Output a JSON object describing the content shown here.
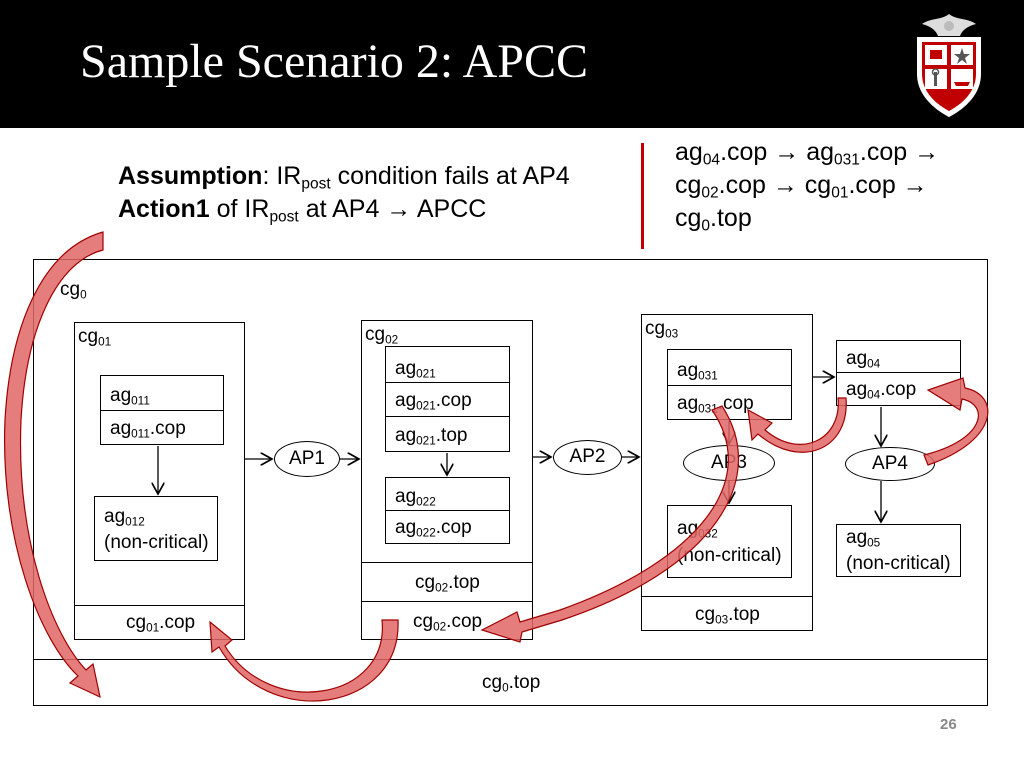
{
  "title": "Sample Scenario 2: APCC",
  "assumption": {
    "label": "Assumption",
    "text_pre": ": IR",
    "sub": "post",
    "text_post": " condition fails at AP4"
  },
  "action": {
    "label": "Action1",
    "text_pre": " of IR",
    "sub": "post",
    "text_post": " at AP4 → APCC"
  },
  "chain": {
    "line1": [
      "ag",
      "04",
      ".cop → ag",
      "031",
      ".cop →"
    ],
    "line2": [
      "cg",
      "02",
      ".cop → cg",
      "01",
      ".cop →"
    ],
    "line3": [
      "cg",
      "0",
      ".top"
    ]
  },
  "diagram": {
    "cg0": {
      "name": "cg",
      "sub": "0",
      "top_name": "cg",
      "top_sub": "0",
      "top_suffix": ".top"
    },
    "cg01": {
      "name": "cg",
      "sub": "01",
      "cop_name": "cg",
      "cop_sub": "01",
      "cop_suffix": ".cop"
    },
    "ag011": {
      "name": "ag",
      "sub": "011",
      "cop_suffix": ".cop"
    },
    "ag012": {
      "name": "ag",
      "sub": "012",
      "note": "(non-critical)"
    },
    "cg02": {
      "name": "cg",
      "sub": "02",
      "top_suffix": ".top",
      "cop_suffix": ".cop"
    },
    "ag021": {
      "name": "ag",
      "sub": "021",
      "cop_suffix": ".cop",
      "top_suffix": ".top"
    },
    "ag022": {
      "name": "ag",
      "sub": "022",
      "cop_suffix": ".cop"
    },
    "cg03": {
      "name": "cg",
      "sub": "03",
      "top_suffix": ".top"
    },
    "ag031": {
      "name": "ag",
      "sub": "031",
      "cop_suffix": ".cop"
    },
    "ag032": {
      "name": "ag",
      "sub": "032",
      "note": "(non-critical)"
    },
    "ag04": {
      "name": "ag",
      "sub": "04",
      "cop_suffix": ".cop"
    },
    "ag05": {
      "name": "ag",
      "sub": "05",
      "note": "(non-critical)"
    },
    "ap1": "AP1",
    "ap2": "AP2",
    "ap3": "AP3",
    "ap4": "AP4"
  },
  "colors": {
    "header": "#000000",
    "accent": "#c00000",
    "arrow_fill": "#e06666",
    "arrow_stroke": "#a00000"
  },
  "page_number": "26"
}
